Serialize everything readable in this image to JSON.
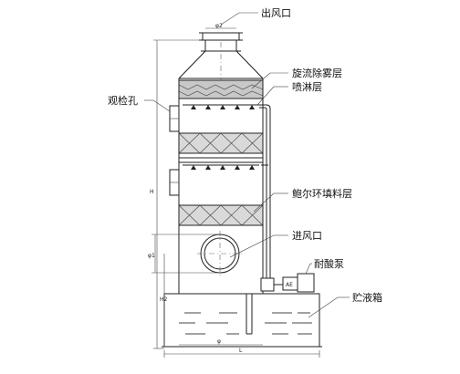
{
  "labels": {
    "outlet": "出风口",
    "mist_layer": "旋流除雾层",
    "spray_layer": "喷淋层",
    "inspection_hole": "观检孔",
    "packing_layer": "鲍尔环填料层",
    "inlet": "进风口",
    "pump": "耐酸泵",
    "tank": "贮液箱"
  },
  "dimensions": {
    "outlet_diameter": "φ2",
    "inlet_diameter": "φ1",
    "total_height": "H",
    "inlet_height": "H2",
    "tower_diameter": "φ",
    "overall_length": "L"
  },
  "colors": {
    "line": "#222222",
    "packing_fill": "#d9d9d9",
    "mist_fill": "#c8c8c8",
    "water": "#444444"
  }
}
